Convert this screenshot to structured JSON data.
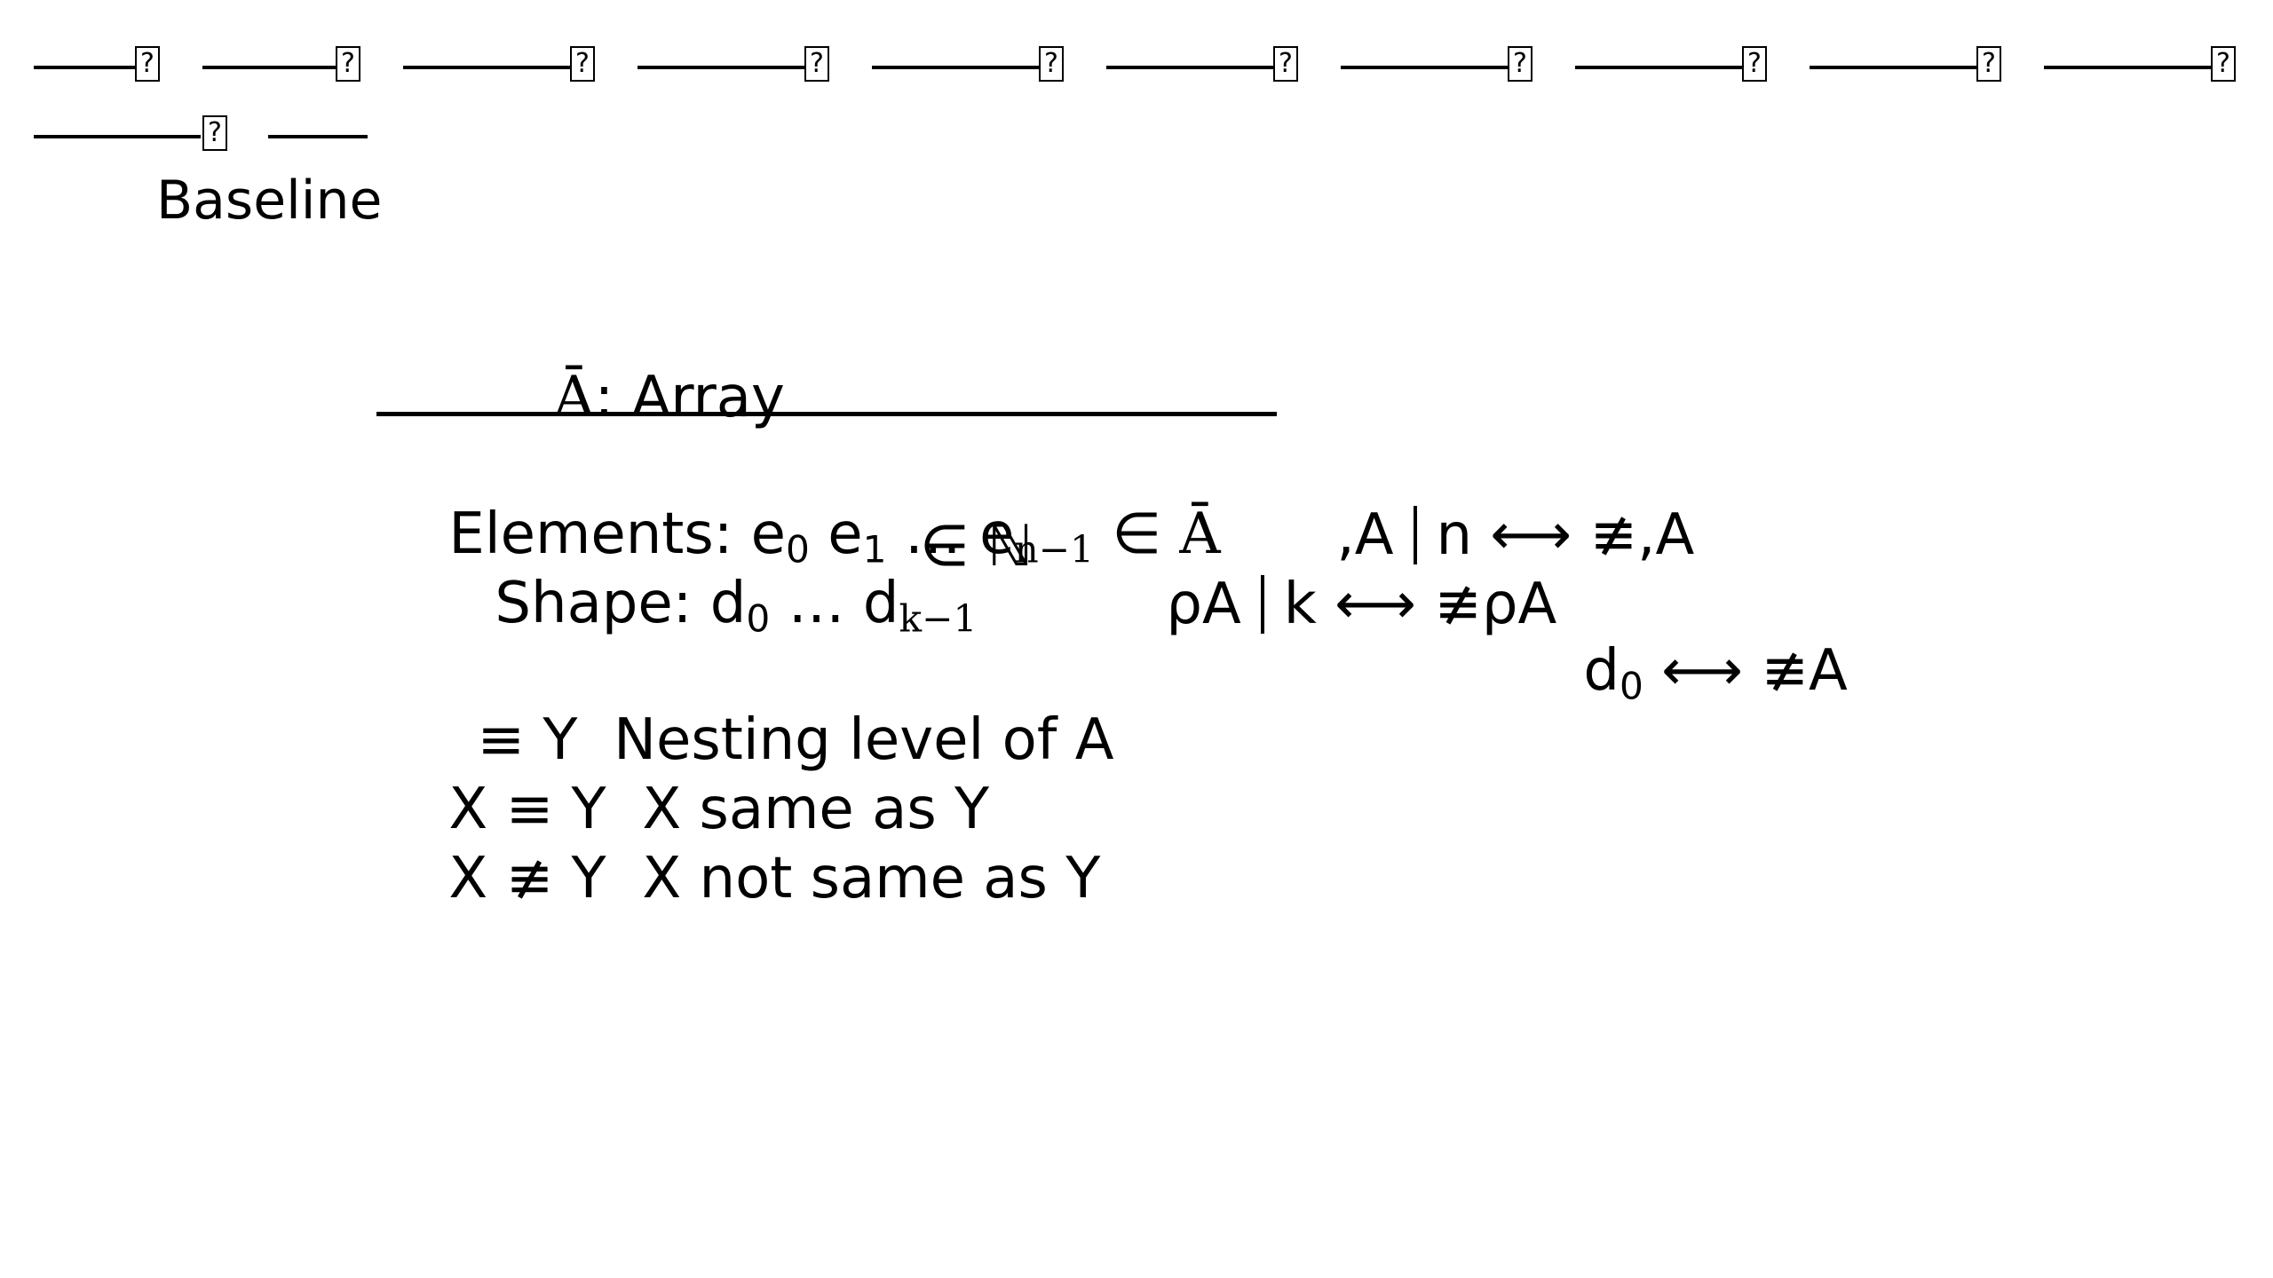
{
  "header": {
    "box_glyph": "?",
    "label": "Baseline"
  },
  "title": {
    "symbol": "Ā",
    "text": ": Array"
  },
  "rows": {
    "elements": {
      "label": "Elements: ",
      "e0": "e",
      "e0_sub": "0",
      "e1": " e",
      "e1_sub": "1",
      "ellipsis": " … e",
      "en_sub": "n−1",
      "member": " ∈ ",
      "set": "Ā",
      "expr": ",A",
      "count": "n",
      "relation": " ⟷ ≢,A"
    },
    "shape": {
      "label": "Shape: d",
      "d0_sub": "0",
      "ellipsis": " … d",
      "dk_sub": "k−1",
      "member": "∈ ℕ",
      "expr": "ρA",
      "count": "k",
      "relation": " ⟷ ≢ρA"
    },
    "first_dim": {
      "d": "d",
      "d_sub": "0",
      "relation": " ⟷ ≢A"
    }
  },
  "defs": [
    {
      "left": "≡ Y",
      "text": "Nesting level of A"
    },
    {
      "left": "X ≡ Y",
      "text": "X same as Y"
    },
    {
      "left": "X ≢ Y",
      "text": "X not same as Y"
    }
  ]
}
